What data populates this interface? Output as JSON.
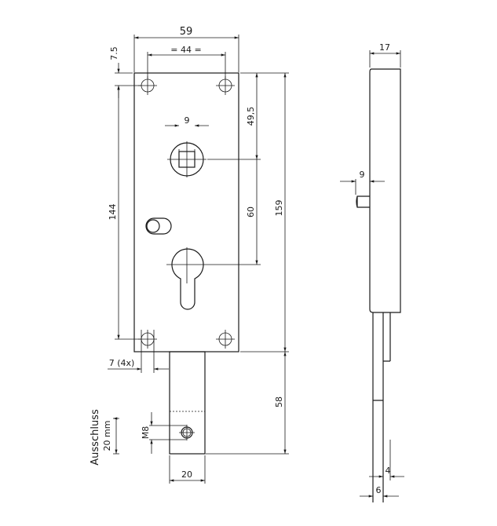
{
  "front_view": {
    "dims": {
      "width": "59",
      "hole_spacing": "= 44 =",
      "top_offset": "7.5",
      "hole_height": "144",
      "spindle_width": "9",
      "spindle_offset": "49,5",
      "spindle_to_cylinder": "60",
      "height": "159",
      "hole_diameter": "7 (4x)",
      "bolt_length": "58",
      "bolt_width": "20",
      "thread": "M8"
    },
    "throw_label": "Ausschluss",
    "throw_value": "20 mm"
  },
  "side_view": {
    "dims": {
      "depth": "17",
      "latch": "9",
      "bolt_a": "4",
      "bolt_b": "6"
    }
  },
  "colors": {
    "line": "#1a1a1a",
    "background": "#ffffff"
  }
}
